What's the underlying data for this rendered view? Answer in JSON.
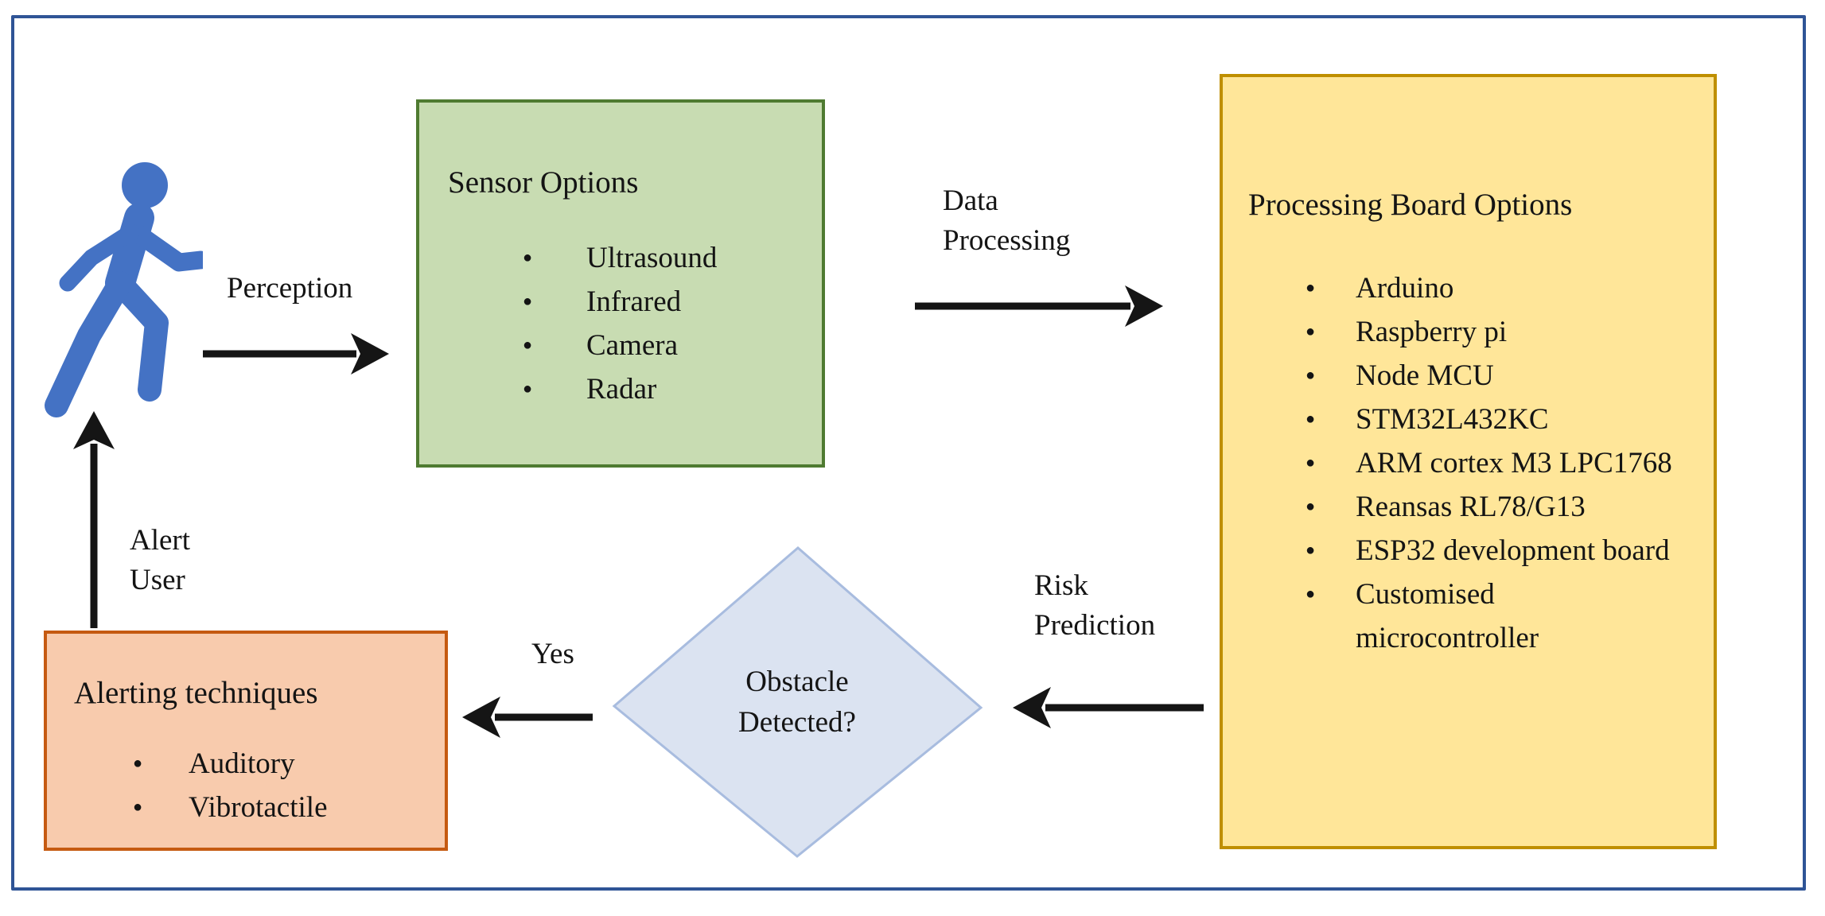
{
  "figure": {
    "colors": {
      "outer_border": "#2F5496",
      "person_blue": "#4472C4",
      "arrow_black": "#151515",
      "sensor_fill": "#C8DCB2",
      "sensor_border": "#4F7B31",
      "processing_fill": "#FFE699",
      "processing_border": "#BF8F00",
      "alert_fill": "#F8CBAD",
      "alert_border": "#C55A11",
      "decision_fill": "#DBE3F1",
      "decision_border": "#A8BCDF"
    }
  },
  "labels": {
    "perception": "Perception",
    "data_processing": [
      "Data",
      "Processing"
    ],
    "risk_prediction": [
      "Risk",
      "Prediction"
    ],
    "yes": "Yes",
    "alert_user": [
      "Alert",
      "User"
    ]
  },
  "sensor_box": {
    "title": "Sensor Options",
    "items": [
      "Ultrasound",
      "Infrared",
      "Camera",
      "Radar"
    ]
  },
  "processing_box": {
    "title": "Processing Board Options",
    "items": [
      "Arduino",
      "Raspberry pi",
      "Node MCU",
      "STM32L432KC",
      "ARM cortex M3 LPC1768",
      "Reansas RL78/G13",
      "ESP32 development board",
      "Customised microcontroller"
    ]
  },
  "decision": {
    "lines": [
      "Obstacle",
      "Detected?"
    ]
  },
  "alert_box": {
    "title": "Alerting techniques",
    "items": [
      "Auditory",
      "Vibrotactile"
    ]
  }
}
